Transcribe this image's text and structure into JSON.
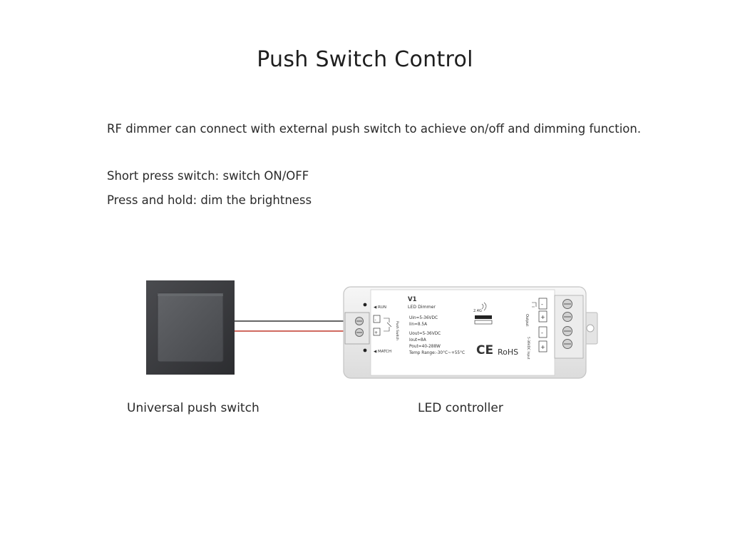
{
  "title": "Push Switch Control",
  "description": "RF dimmer can connect with external push switch to achieve on/off and dimming function.",
  "instructions": [
    "Short press switch: switch ON/OFF",
    "Press and hold: dim the brightness"
  ],
  "captions": {
    "switch": "Universal push switch",
    "controller": "LED controller"
  },
  "controller_label": {
    "model": "V1",
    "name": "LED Dimmer",
    "uin": "Uin=5-36VDC",
    "iin": "Iin=8.5A",
    "uout": "Uout=5-36VDC",
    "iout": "Iout=8A",
    "pout": "Pout=40-288W",
    "temp": "Temp Range:-30°C~+55°C",
    "ce": "CE",
    "rohs": "RoHS",
    "run": "RUN",
    "match": "MATCH",
    "push_switch": "Push Switch",
    "rf": "2.4G",
    "output": "Output",
    "input": "5-36VDC Input"
  },
  "colors": {
    "wire_red": "#c0392b",
    "wire_dark": "#333333",
    "switch_frame": "#3a3b3e",
    "switch_rocker": "#55575b"
  }
}
